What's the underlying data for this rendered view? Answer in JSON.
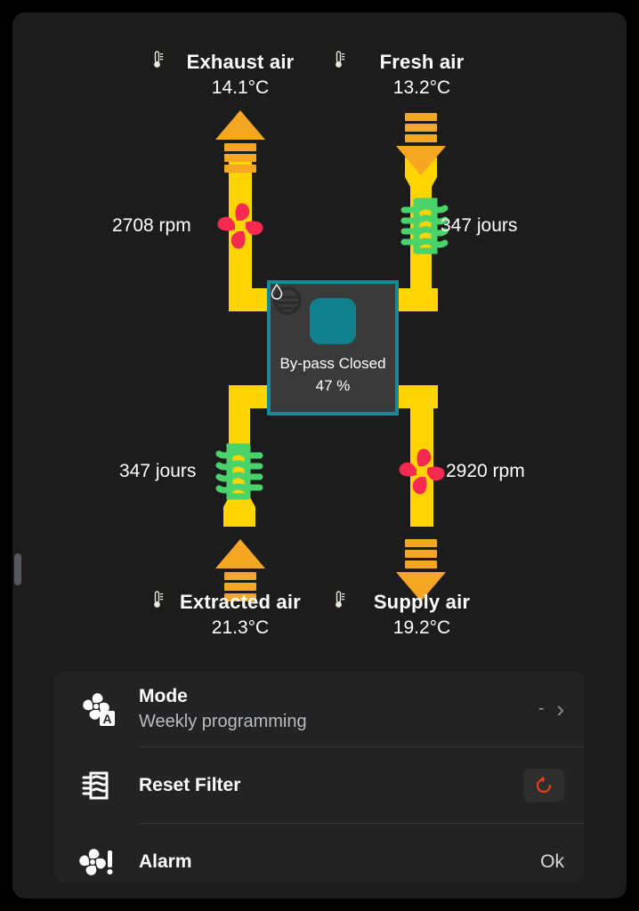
{
  "schematic": {
    "streams": [
      {
        "id": "exhaust-air",
        "title": "Exhaust air",
        "temperature": "14.1°C",
        "icon": "thermometer-icon",
        "direction": "up"
      },
      {
        "id": "fresh-air",
        "title": "Fresh air",
        "temperature": "13.2°C",
        "icon": "thermometer-icon",
        "direction": "down"
      },
      {
        "id": "extracted-air",
        "title": "Extracted air",
        "temperature": "21.3°C",
        "icon": "thermometer-icon",
        "direction": "up"
      },
      {
        "id": "supply-air",
        "title": "Supply air",
        "temperature": "19.2°C",
        "icon": "thermometer-icon",
        "direction": "down"
      }
    ],
    "metrics": [
      {
        "id": "exhaust-fan-speed",
        "value": "2708 rpm",
        "icon": "fan-icon",
        "color": "#f62a50"
      },
      {
        "id": "fresh-air-filter-life",
        "value": "347 jours",
        "icon": "filter-icon",
        "color": "#4ad36a"
      },
      {
        "id": "extracted-air-filter-life",
        "value": "347 jours",
        "icon": "filter-icon",
        "color": "#4ad36a"
      },
      {
        "id": "supply-fan-speed",
        "value": "2920 rpm",
        "icon": "fan-icon",
        "color": "#f62a50"
      }
    ],
    "bypass": {
      "icon": "bypass-damper-icon",
      "label": "By-pass Closed",
      "humidity_icon": "water-drop-icon",
      "humidity": "47 %",
      "border_color": "#168a96",
      "icon_bg": "#11808d"
    },
    "duct_color": "#ffd400",
    "arrow_color": "#f5a623"
  },
  "menu": {
    "rows": [
      {
        "id": "mode",
        "icon": "fan-auto-icon",
        "title": "Mode",
        "subtitle": "Weekly programming",
        "value": "-",
        "chevron": "›"
      },
      {
        "id": "reset-filter",
        "icon": "filter-icon",
        "title": "Reset Filter",
        "button_icon": "reset-icon",
        "button_color": "#e8401c"
      },
      {
        "id": "alarm",
        "icon": "fan-alert-icon",
        "title": "Alarm",
        "status": "Ok"
      }
    ]
  }
}
